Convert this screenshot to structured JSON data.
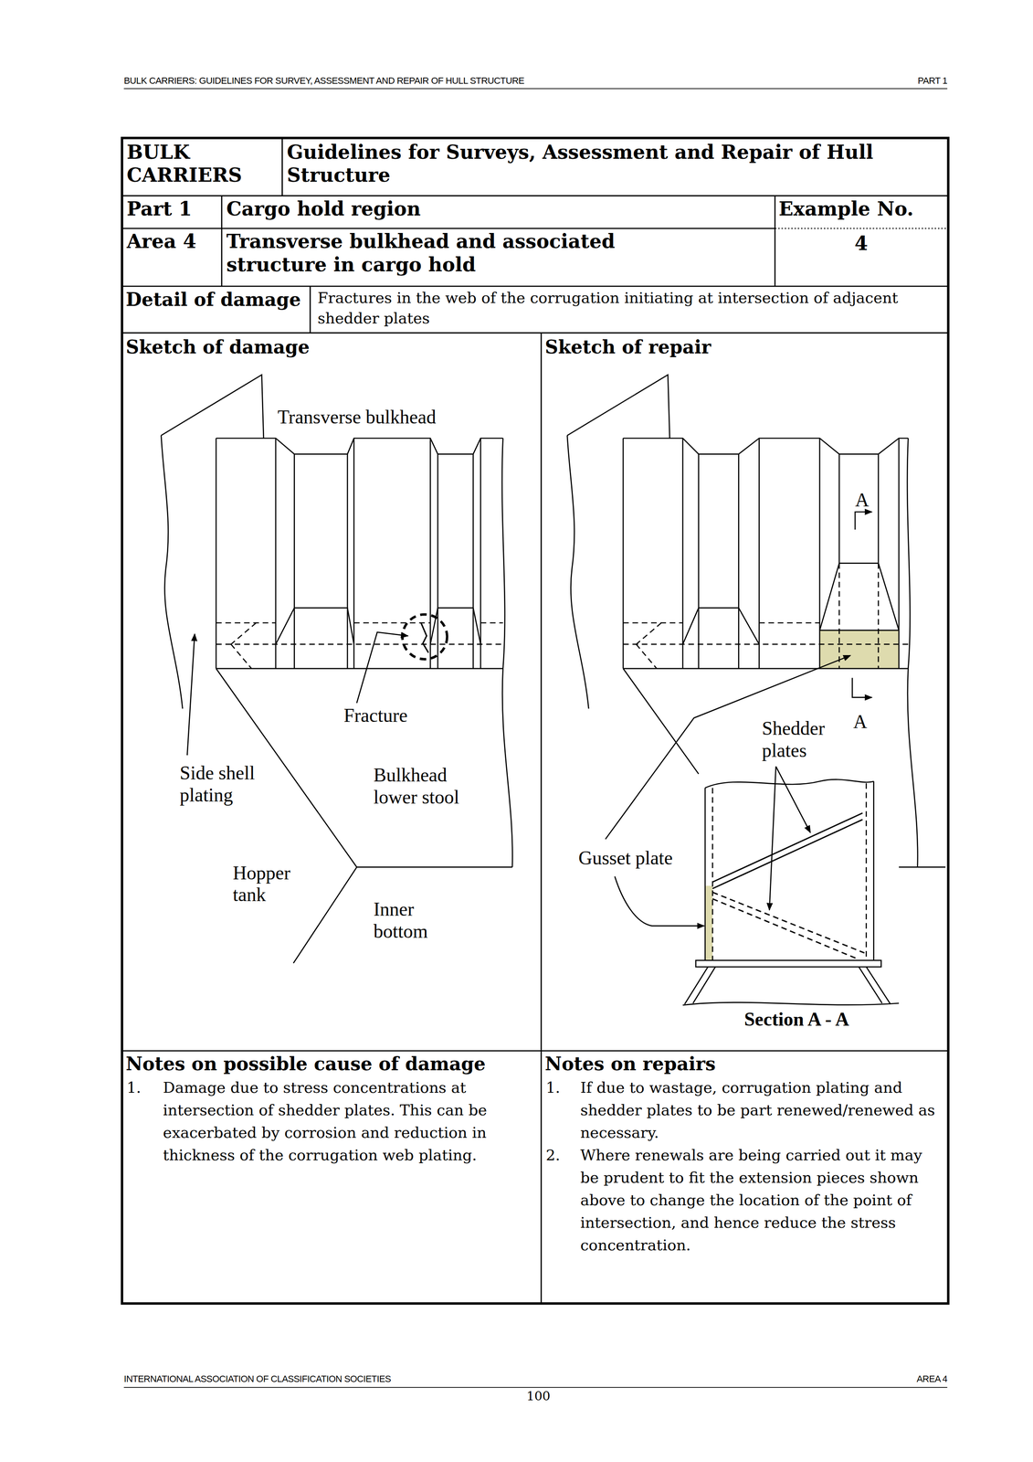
{
  "diagram": {
    "labels": [
      "BULK CARRIERS: GUIDELINES FOR SURVEY, ASSESSMENT AND REPAIR OF HULL STRUCTURE",
      "PART 1",
      "BULK CARRIERS",
      "Guidelines for Surveys, Assessment and Repair of Hull Structure",
      "Part 1",
      "Cargo hold region",
      "Example No.",
      "Area 4",
      "Transverse bulkhead and associated structure in cargo hold",
      "4",
      "Detail of damage",
      "Fractures in the web of the corrugation initiating at intersection of adjacent shedder plates",
      "Sketch of damage",
      "Sketch of repair",
      "Transverse bulkhead",
      "Fracture",
      "Side shell plating",
      "Bulkhead lower stool",
      "Hopper tank",
      "Inner bottom",
      "A",
      "A",
      "Shedder plates",
      "Gusset plate",
      "Section A - A",
      "Notes on possible cause of damage",
      "1.",
      "Damage due to stress concentrations at intersection of shedder plates. This can be exacerbated by corrosion and reduction in thickness of the corrugation web plating.",
      "Notes on repairs",
      "1.",
      "If due to wastage, corrugation plating and shedder plates to be part renewed/renewed as necessary.",
      "2.",
      "Where renewals are being carried out it may be prudent to fit the extension pieces shown above to change the location of the point of intersection, and hence reduce the stress concentration.",
      "INTERNATIONAL ASSOCIATION OF CLASSIFICATION SOCIETIES",
      "AREA 4",
      "100"
    ]
  }
}
